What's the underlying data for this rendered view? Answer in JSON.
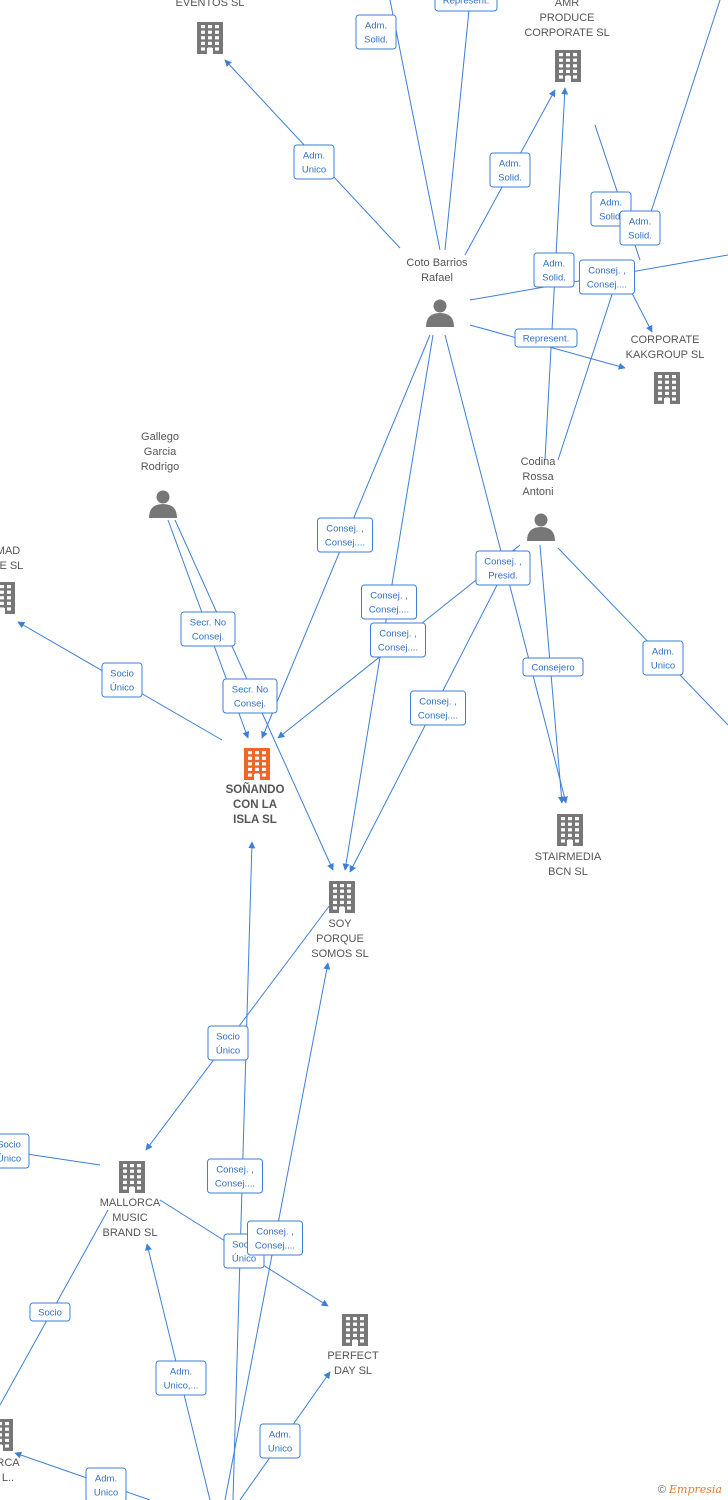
{
  "colors": {
    "edge": "#3d7fd6",
    "company": "#777777",
    "company_main": "#f0662a",
    "person": "#777777"
  },
  "nodes": [
    {
      "id": "eventos",
      "kind": "company",
      "icon": "building-icon",
      "lines": [
        "EVENTOS  SL"
      ],
      "label_pos": "above"
    },
    {
      "id": "amr",
      "kind": "company",
      "icon": "building-icon",
      "lines": [
        "AMR",
        "PRODUCE",
        "CORPORATE  SL"
      ],
      "label_pos": "above"
    },
    {
      "id": "coto",
      "kind": "person",
      "icon": "person-icon",
      "lines": [
        "Coto Barrios",
        "Rafael"
      ],
      "label_pos": "above"
    },
    {
      "id": "kakgroup",
      "kind": "company",
      "icon": "building-icon",
      "lines": [
        "CORPORATE",
        "KAKGROUP  SL"
      ],
      "label_pos": "above"
    },
    {
      "id": "gallego",
      "kind": "person",
      "icon": "person-icon",
      "lines": [
        "Gallego",
        "Garcia",
        "Rodrigo"
      ],
      "label_pos": "above"
    },
    {
      "id": "codina",
      "kind": "person",
      "icon": "person-icon",
      "lines": [
        "Codina",
        "Rossa",
        "Antoni"
      ],
      "label_pos": "above"
    },
    {
      "id": "mad",
      "kind": "company",
      "icon": "building-icon",
      "lines": [
        "MAD",
        "TE  SL"
      ],
      "label_pos": "above"
    },
    {
      "id": "sonando",
      "kind": "company_main",
      "icon": "building-icon",
      "lines": [
        "SOÑANDO",
        "CON LA",
        "ISLA  SL"
      ],
      "label_pos": "below"
    },
    {
      "id": "stairmedia",
      "kind": "company",
      "icon": "building-icon",
      "lines": [
        "STAIRMEDIA",
        "BCN  SL"
      ],
      "label_pos": "below"
    },
    {
      "id": "soy",
      "kind": "company",
      "icon": "building-icon",
      "lines": [
        "SOY",
        "PORQUE",
        "SOMOS  SL"
      ],
      "label_pos": "below"
    },
    {
      "id": "mallorca_music",
      "kind": "company",
      "icon": "building-icon",
      "lines": [
        "MALLORCA",
        "MUSIC",
        "BRAND  SL"
      ],
      "label_pos": "below"
    },
    {
      "id": "perfect",
      "kind": "company",
      "icon": "building-icon",
      "lines": [
        "PERFECT",
        "DAY  SL"
      ],
      "label_pos": "below"
    },
    {
      "id": "rca",
      "kind": "company",
      "icon": "building-icon",
      "lines": [
        "RCA",
        "L.."
      ],
      "label_pos": "below"
    }
  ],
  "edge_labels": [
    {
      "id": "l1",
      "lines": [
        "Adm.",
        "Solid."
      ]
    },
    {
      "id": "l2",
      "lines": [
        "Represent."
      ]
    },
    {
      "id": "l3",
      "lines": [
        "Adm.",
        "Unico"
      ]
    },
    {
      "id": "l4",
      "lines": [
        "Adm.",
        "Solid."
      ]
    },
    {
      "id": "l5",
      "lines": [
        "Adm.",
        "Solid."
      ]
    },
    {
      "id": "l6",
      "lines": [
        "Adm.",
        "Solid."
      ]
    },
    {
      "id": "l7",
      "lines": [
        "Adm.",
        "Solid."
      ]
    },
    {
      "id": "l8",
      "lines": [
        "Consej. ,",
        "Consej...."
      ]
    },
    {
      "id": "l9",
      "lines": [
        "Represent."
      ]
    },
    {
      "id": "l10",
      "lines": [
        "Consej. ,",
        "Consej...."
      ]
    },
    {
      "id": "l11",
      "lines": [
        "Consej. ,",
        "Presid."
      ]
    },
    {
      "id": "l12",
      "lines": [
        "Consej. ,",
        "Consej...."
      ]
    },
    {
      "id": "l13",
      "lines": [
        "Secr.  No",
        "Consej."
      ]
    },
    {
      "id": "l14",
      "lines": [
        "Consej. ,",
        "Consej...."
      ]
    },
    {
      "id": "l15",
      "lines": [
        "Consejero"
      ]
    },
    {
      "id": "l16",
      "lines": [
        "Adm.",
        "Unico"
      ]
    },
    {
      "id": "l17",
      "lines": [
        "Socio",
        "Único"
      ]
    },
    {
      "id": "l18",
      "lines": [
        "Secr.  No",
        "Consej."
      ]
    },
    {
      "id": "l19",
      "lines": [
        "Consej. ,",
        "Consej...."
      ]
    },
    {
      "id": "l20",
      "lines": [
        "Socio",
        "Único"
      ]
    },
    {
      "id": "l21",
      "lines": [
        "Socio",
        "Único"
      ]
    },
    {
      "id": "l22",
      "lines": [
        "Consej. ,",
        "Consej...."
      ]
    },
    {
      "id": "l23",
      "lines": [
        "Socio",
        "Único"
      ]
    },
    {
      "id": "l24",
      "lines": [
        "Consej. ,",
        "Consej...."
      ]
    },
    {
      "id": "l25",
      "lines": [
        "Socio"
      ]
    },
    {
      "id": "l26",
      "lines": [
        "Adm.",
        "Unico,..."
      ]
    },
    {
      "id": "l27",
      "lines": [
        "Adm.",
        "Unico"
      ]
    },
    {
      "id": "l28",
      "lines": [
        "Adm.",
        "Unico"
      ]
    }
  ],
  "footer": {
    "copyright": "©",
    "brand": "Empresia"
  }
}
